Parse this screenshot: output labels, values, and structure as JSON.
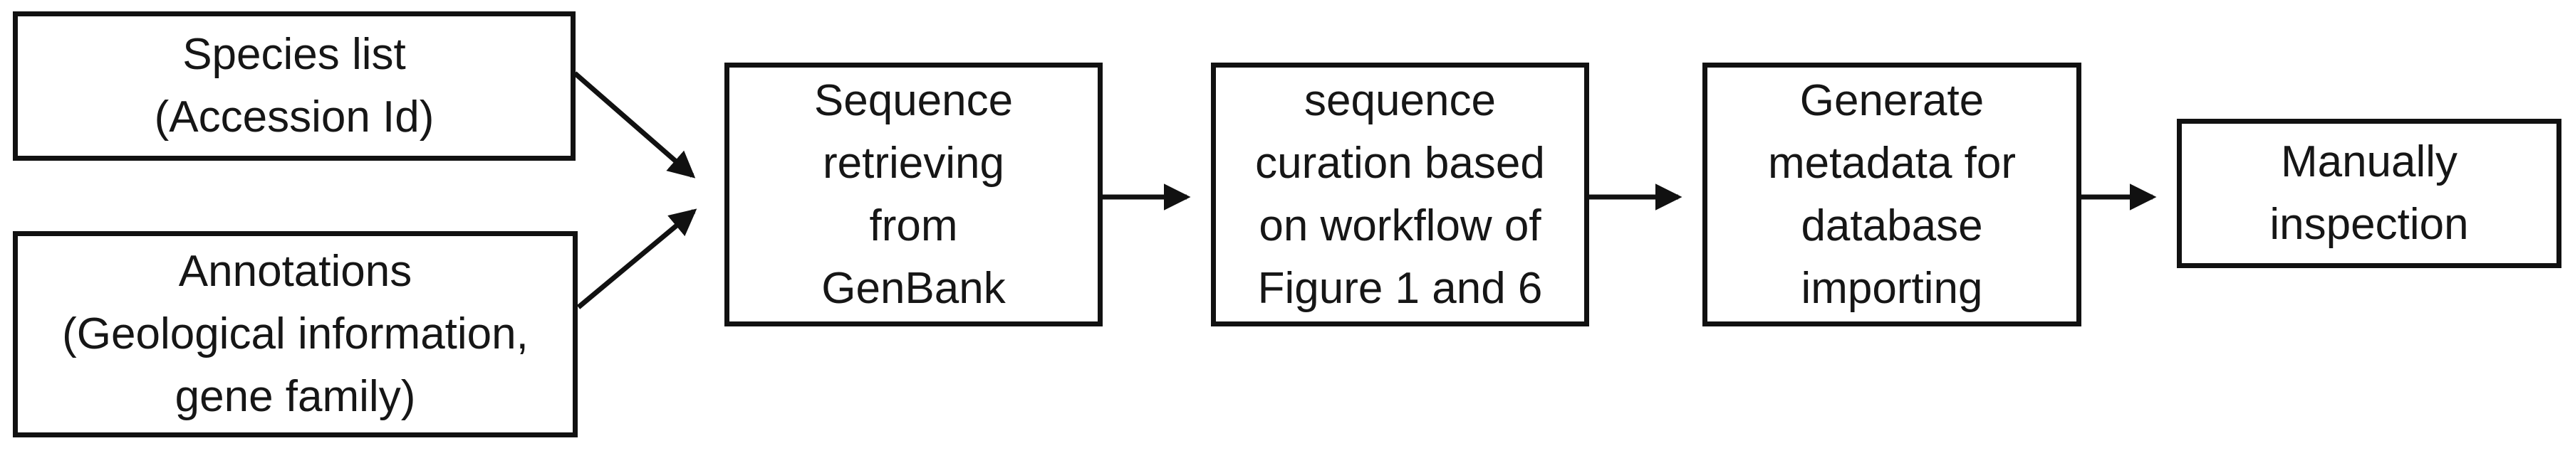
{
  "diagram": {
    "type": "flowchart",
    "colors": {
      "stroke": "#111111",
      "box_fill": "#ffffff",
      "background": "#ffffff",
      "text": "#161616"
    },
    "nodes": [
      {
        "id": "species-list",
        "lines": [
          "Species list",
          "(Accession Id)"
        ]
      },
      {
        "id": "annotations",
        "lines": [
          "Annotations",
          "(Geological information,",
          "gene family)"
        ]
      },
      {
        "id": "sequence-retrieving",
        "lines": [
          "Sequence",
          "retrieving",
          "from",
          "GenBank"
        ]
      },
      {
        "id": "sequence-curation",
        "lines": [
          "sequence",
          "curation based",
          "on workflow of",
          "Figure 1 and 6"
        ]
      },
      {
        "id": "generate-metadata",
        "lines": [
          "Generate",
          "metadata for",
          "database",
          "importing"
        ]
      },
      {
        "id": "manual-inspection",
        "lines": [
          "Manually",
          "inspection"
        ]
      }
    ],
    "edges": [
      {
        "from": "species-list",
        "to": "sequence-retrieving"
      },
      {
        "from": "annotations",
        "to": "sequence-retrieving"
      },
      {
        "from": "sequence-retrieving",
        "to": "sequence-curation"
      },
      {
        "from": "sequence-curation",
        "to": "generate-metadata"
      },
      {
        "from": "generate-metadata",
        "to": "manual-inspection"
      }
    ]
  }
}
